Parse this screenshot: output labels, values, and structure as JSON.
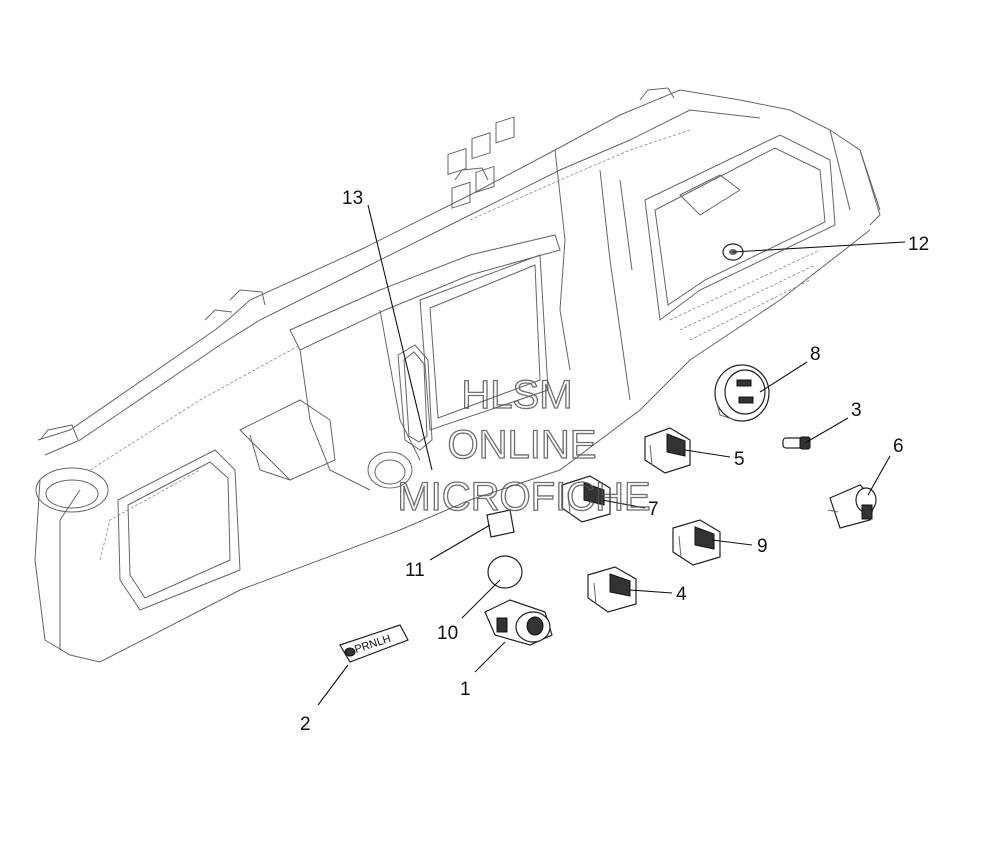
{
  "callouts": {
    "c1": "1",
    "c2": "2",
    "c3": "3",
    "c4": "4",
    "c5": "5",
    "c6": "6",
    "c7": "7",
    "c8": "8",
    "c9": "9",
    "c10": "10",
    "c11": "11",
    "c12": "12",
    "c13": "13"
  },
  "watermark": {
    "line1": "HLSM",
    "line2": "ONLINE",
    "line3": "MICROFICHE"
  },
  "part2_label": "PRNLH"
}
